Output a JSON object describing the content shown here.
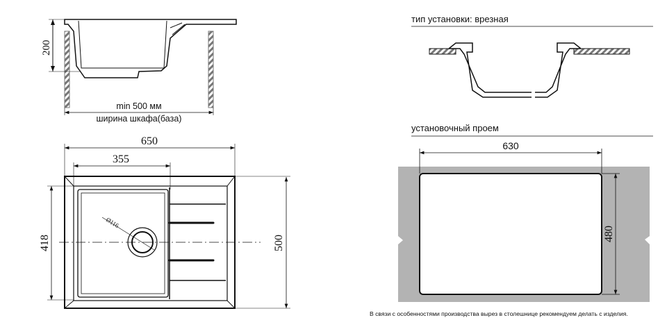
{
  "side_view": {
    "height_dim": "200",
    "min_width": "min 500 мм",
    "cabinet_label": "ширина шкафа(база)"
  },
  "top_view": {
    "width_dim": "650",
    "bowl_width_dim": "355",
    "bowl_depth_dim": "418",
    "depth_dim": "500",
    "drain_dim": "Ø116"
  },
  "install": {
    "type_label": "тип установки: врезная",
    "cutout_label": "установочный проем",
    "cutout_width": "630",
    "cutout_depth": "480"
  },
  "footnote": "В связи с особенностями производства вырез в столешнице рекомендуем делать с изделия.",
  "colors": {
    "line": "#111111",
    "countertop": "#b3b3b3"
  }
}
